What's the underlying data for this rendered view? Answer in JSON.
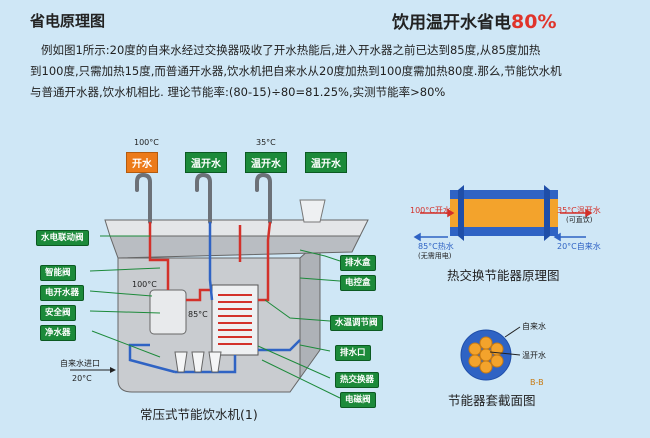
{
  "header": {
    "title_left": "省电原理图",
    "title_right_text": "饮用温开水省电",
    "title_right_pct": "80%"
  },
  "paragraph": {
    "line1": "例如图1所示:20度的自来水经过交换器吸收了开水热能后,进入开水器之前已达到85度,从85度加热",
    "line2": "到100度,只需加热15度,而普通开水器,饮水机把自来水从20度加热到100度需加热80度.那么,节能饮水机",
    "line3": "与普通开水器,饮水机相比. 理论节能率:(80-15)÷80=81.25%,实测节能率>80%"
  },
  "machine": {
    "taps": [
      "开水",
      "温开水",
      "温开水",
      "温开水"
    ],
    "temp_boiling": "100°C",
    "temp_warm": "35°C",
    "inner_temp1": "100°C",
    "inner_temp2": "85°C",
    "inlet_label": "自来水进口",
    "inlet_temp": "20°C",
    "left_labels": [
      "水电联动阀",
      "智能阀",
      "电开水器",
      "安全阀",
      "净水器"
    ],
    "right_labels": [
      "排水盒",
      "电控盒",
      "水温调节阀",
      "排水口",
      "热交换器",
      "电磁阀"
    ],
    "caption": "常压式节能饮水机(1)"
  },
  "exchanger": {
    "top_left": "100°C开水",
    "top_right": "35°C温开水",
    "top_right_note": "(可直饮)",
    "bottom_left": "85°C热水",
    "bottom_left_note": "(无需用电)",
    "bottom_right": "20°C自来水",
    "caption": "热交换节能器原理图"
  },
  "section": {
    "label_tap": "自来水",
    "label_warm": "温开水",
    "mark": "B-B",
    "caption": "节能器套截面图"
  },
  "colors": {
    "background": "#cfe7f6",
    "label_green": "#1c8a3a",
    "label_orange": "#ec7a19",
    "pipe_red": "#d3312a",
    "pipe_blue": "#2f63c4",
    "accent_red": "#e0342b"
  }
}
